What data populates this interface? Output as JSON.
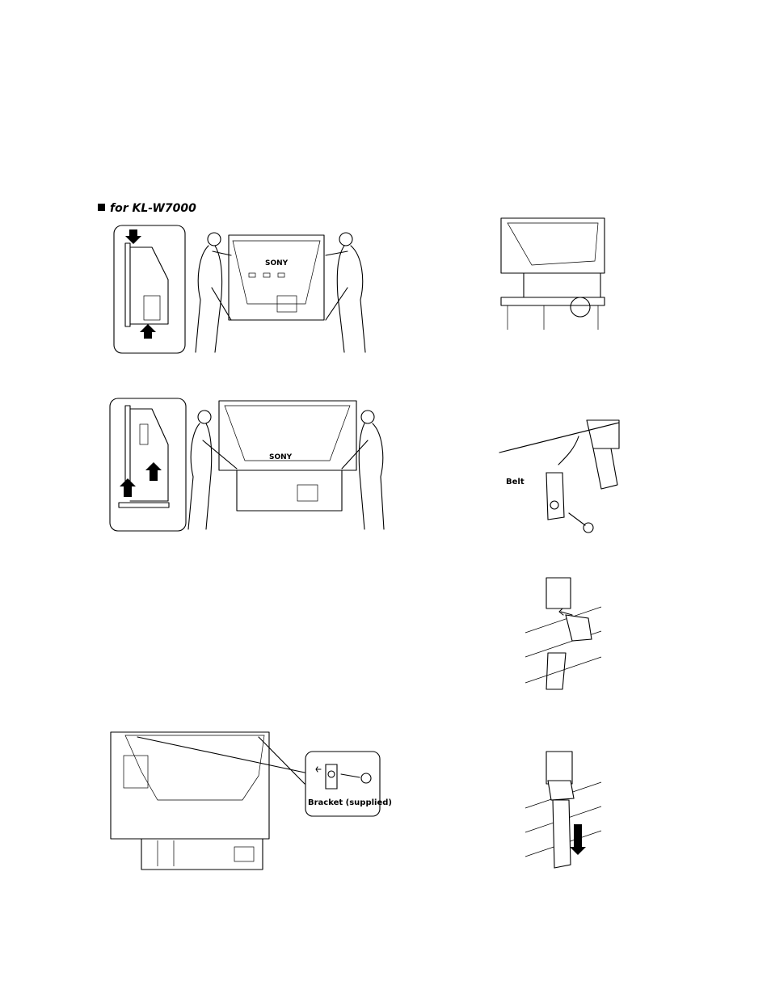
{
  "section_heading": "for KL-W7000",
  "tv_logo_text": "SONY",
  "belt_label": "Belt",
  "bracket_label": "Bracket (supplied)"
}
